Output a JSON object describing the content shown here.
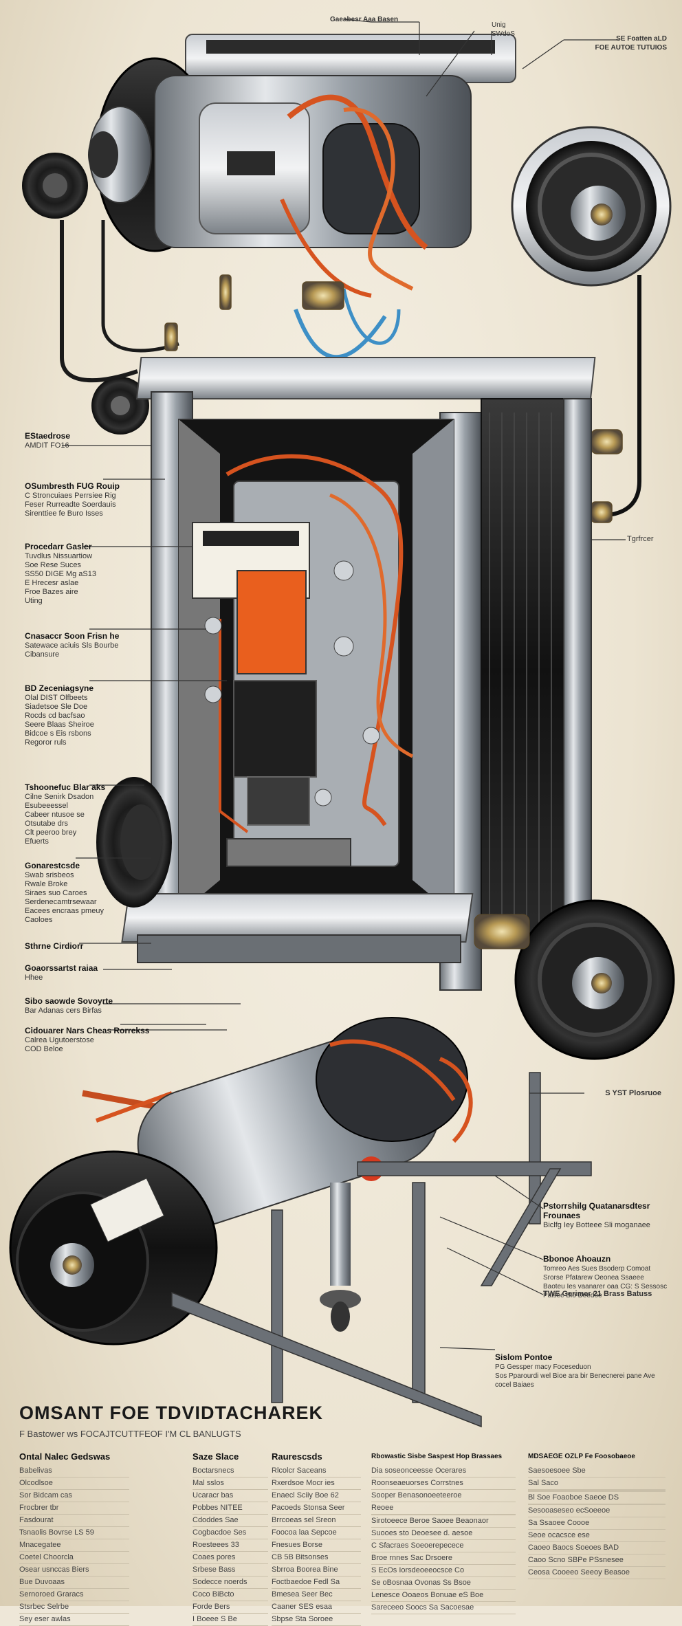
{
  "diagram": {
    "title": "OMSANT FOE TDVIDTACHAREK",
    "subtitle": "F Bastower ws FOCAJTCUTTFEOF I'M CL BANLUGTS",
    "callouts_top": [
      {
        "text": "Gaeabesr Aaa Basen"
      },
      {
        "text": "Unig\nSWdoS"
      },
      {
        "text": "SE Foatten aLD\nFOE AUTOE TUTUIOS"
      }
    ],
    "callouts_left": [
      {
        "title": "EStaedrose",
        "text": "AMDIT FO16"
      },
      {
        "title": "OSumbresth FUG Rouip",
        "text": "C Stroncuiaes Perrsiee Rig\nFeser Rurreadte Soerdauis\nSirenttiee fe Buro Isses"
      },
      {
        "title": "Procedarr Gasler",
        "text": "Tuvdlus Nissuartiow\nSoe Rese Suces\nSS50 DIGE Mg aS13\nE Hrecesr aslae\nFroe Bazes aire\nUting"
      },
      {
        "title": "Cnasaccr Soon Frisn he",
        "text": "Satewace aciuis Sls Bourbe\nCibansure"
      },
      {
        "title": "BD Zeceniagsyne",
        "text": "Olal DIST Olfbeets\nSiadetsoe Sle Doe\nRocds cd bacfsao\nSeere Blaas Sheiroe\nBidcoe s Eis rsbons\nRegoror ruls"
      },
      {
        "title": "Tshoonefuc Blar aks",
        "text": "Cilne Senirk Dsadon\nEsubeeessel\nCabeer ntusoe se\nOtsutabe drs\nClt peeroo brey\nEfuerts"
      },
      {
        "title": "Gonarestcsde",
        "text": "Swab srisbeos\nRwale Broke\nSiraes suo Caroes\nSerdenecamtrsewaar\nEacees encraas pmeuy\nCaoloes"
      },
      {
        "title": "Sthrne Cirdiorr",
        "text": ""
      },
      {
        "title": "Goaorssartst raiaa",
        "text": "Hhee"
      },
      {
        "title": "Sibo saowde Sovoyrte",
        "text": "Bar Adanas cers Birfas"
      },
      {
        "title": "Cidouarer Nars Cheas Rorrekss",
        "text": "Calrea Ugutoerstose\nCOD Beloe"
      }
    ],
    "callouts_right": [
      {
        "title": "",
        "text": "Tgrfrcer"
      },
      {
        "title": "",
        "text": "S YST Plosruoe"
      },
      {
        "title": "Pstorrshilg Quatanarsdtesr Frounaes",
        "text": "Biclfg Iey Botteee Sli moganaee"
      },
      {
        "title": "Bbonoe Ahoauzn",
        "text": "Tomreo Aes Sues Bsoderp Comoat\nSrorse Pfatarew Oeonea Ssaeee\nBaoteu Ies vaanarer oaa CG: S Sessosc\nPalsee Bio Deedoe"
      },
      {
        "title": "",
        "text": "TWE Gerimer 21 Brass Batuss"
      },
      {
        "title": "Sislom Pontoe",
        "text": "PG Gessper macy Foceseduon\nSos Pparourdi wel Bioe ara bir Benecnerei pane Ave cocel Baiaes"
      }
    ],
    "spec_columns": [
      {
        "heading": "Ontal Nalec Gedswas",
        "rows": [
          "Babelivas",
          "Olcodlsoe",
          "Sor Bidcam cas",
          "Frocbrer tbr",
          "Fasdourat",
          "Tsnaolis Bovrse LS 59",
          "Mnacegatee",
          "Coetel Choorcla",
          "Osear usnccas Biers",
          "Bue Duvoaas",
          "Sernoroed Graracs",
          "Stsrbec Selrbe",
          "Sey eser awlas"
        ]
      },
      {
        "heading": "Saze Slace",
        "rows": [
          "Boctarsnecs",
          "Mal sslos",
          "Ucaracr bas",
          "Pobbes NITEE",
          "Cdoddes Sae",
          "Cogbacdoe Ses",
          "Roesteees 33",
          "Coaes pores",
          "Srbese Bass",
          "Sodecce noerds",
          "Coco BiBcto",
          "Forde Bers",
          "I Boeee S Be"
        ]
      },
      {
        "heading": "Raurescsds",
        "rows": [
          "Rlcolcr Saceans",
          "Rxerdsoe Mocr ies",
          "Enaecl Sciiy Boe 62",
          "Pacoeds Stonsa Seer",
          "Brrcoeas sel Sreon",
          "Foocoa laa Sepcoe",
          "Fnesues Borse",
          "CB 5B Bitsonses",
          "Sbrroa Boorea Bine",
          "Foctbaedoe Fedl Sa",
          "Bmesea Seer Bec",
          "Caaner SES esaa",
          "Sbpse Sta Soroee"
        ]
      },
      {
        "heading": "Rbowastic Sisbe Saspest Hop Brassaes",
        "rows": [
          "Dia soseonceesse Ocerares",
          "Roonseaeuorses Corrstnes",
          "Sooper Benasonoeeteeroe",
          "Reoee",
          "",
          "Sirotoeece Beroe Saoee Beaonaor",
          "Suooes sto Deoesee d. aesoe",
          "C Sfacraes Soeoerepecece",
          "Broe rnnes Sac Drsoere",
          "S EcOs Iorsdeoeeocsce Co",
          "Se oBosnaa Ovonas Ss Bsoe",
          "Lenesce Ooaeos Bonuae eS Boe",
          "Sareceeo Soocs Sa Sacoesae"
        ]
      },
      {
        "heading": "MDSAEGE OZLP Fe Foosobaeoe",
        "rows": [
          "Saesoesoee Sbe",
          "Sal Saco",
          "",
          "",
          "",
          "Bl Soe Foaoboe Saeoe DS",
          "",
          "Sesooaseseo ecSoeeoe",
          "Sa Ssaoee Coooe",
          "Seoe ocacsce ese",
          "Caoeo Baocs Soeoes BAD",
          "Caoo Scno SBPe PSsnesee",
          "Ceosa Cooeeo Seeoy Beasoe"
        ]
      }
    ]
  }
}
